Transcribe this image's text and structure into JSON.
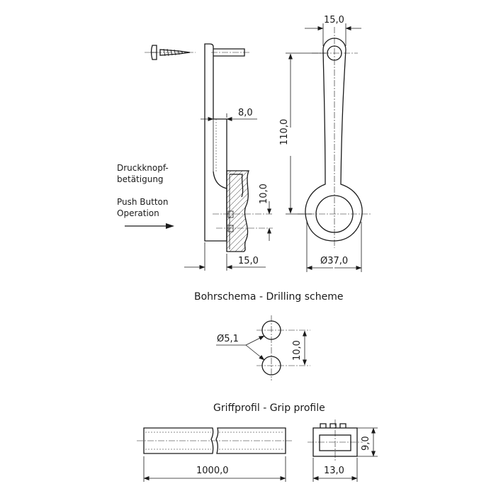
{
  "side_view": {
    "label_de": [
      "Druckknopf-",
      "betätigung"
    ],
    "label_en": [
      "Push Button",
      "Operation"
    ],
    "dim_offset": "8,0",
    "dim_pitch": "10,0",
    "dim_depth": "15,0"
  },
  "front_view": {
    "dim_top_width": "15,0",
    "dim_length": "110,0",
    "dim_ring_diameter": "Ø37,0"
  },
  "drilling_scheme": {
    "title": "Bohrschema - Drilling scheme",
    "dim_hole_diameter": "Ø5,1",
    "dim_hole_spacing": "10,0"
  },
  "grip_profile": {
    "title": "Griffprofil - Grip profile",
    "dim_length": "1000,0",
    "dim_width": "13,0",
    "dim_height": "9,0"
  },
  "colors": {
    "line": "#1a1a1a",
    "background": "#ffffff"
  }
}
